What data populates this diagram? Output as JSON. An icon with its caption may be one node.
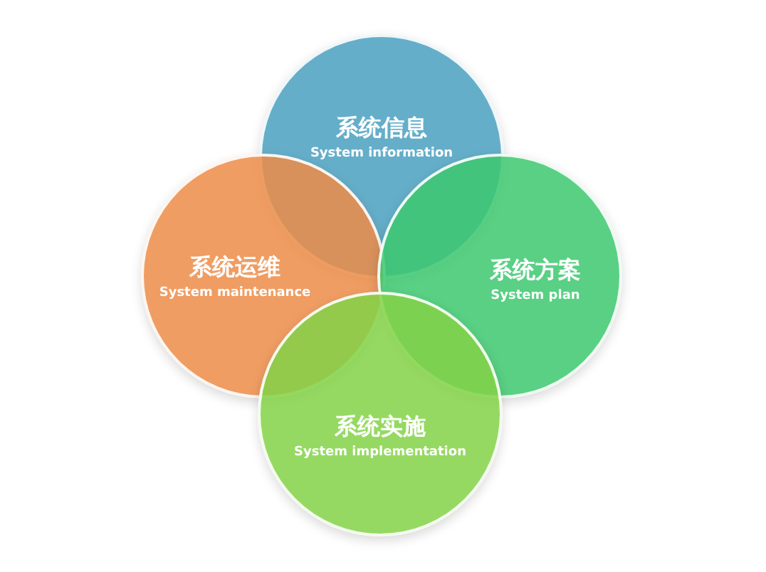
{
  "diagram": {
    "nodes": [
      {
        "text": [
          "系统信息",
          "System information"
        ]
      },
      {
        "text": [
          "系统运维",
          "System maintenance"
        ]
      },
      {
        "text": [
          "系统方案",
          "System plan"
        ]
      },
      {
        "text": [
          "系统实施",
          "System implementation"
        ]
      }
    ]
  }
}
